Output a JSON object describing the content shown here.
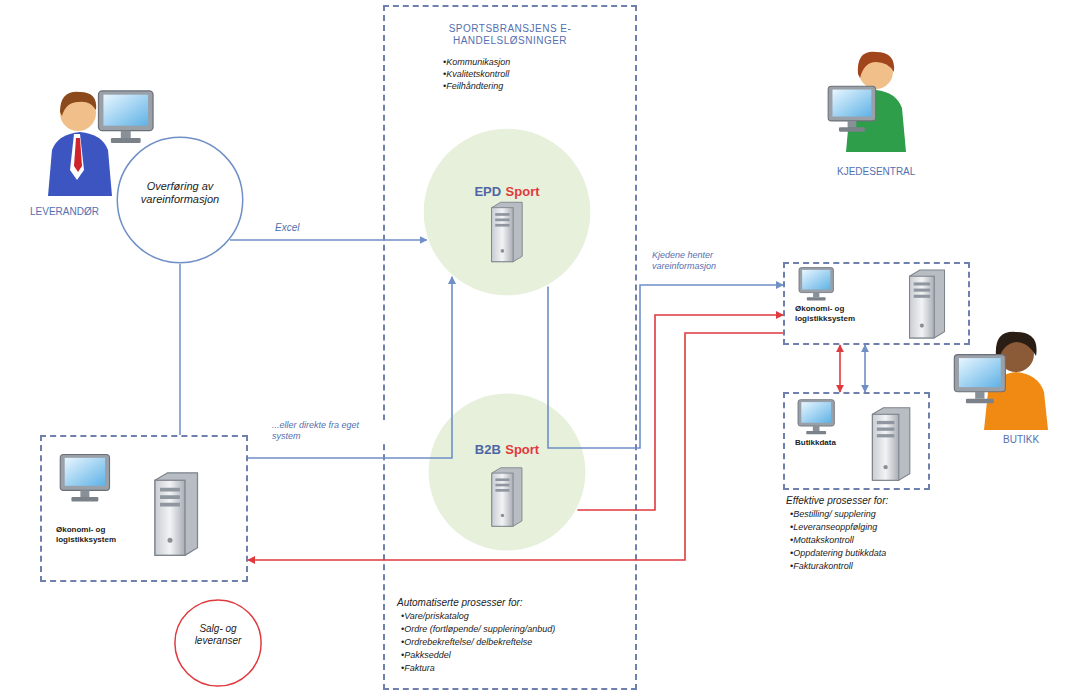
{
  "diagram": {
    "nodes": [
      {
        "text": [
          "SPORTSBRANSJENS E-HANDELSLØSNINGER",
          "•Kommunikasjon",
          "•Kvalitetskontroll",
          "•Feilhåndtering",
          "Automatiserte prosesser for:",
          "•Vare/priskatalog",
          "•Ordre (fortløpende/ supplering/anbud)",
          "•Ordrebekreftelse/ delbekreftelse",
          "•Pakkseddel",
          "•Faktura"
        ]
      },
      {
        "text": [
          "EPD",
          "Sport"
        ],
        "in": 0
      },
      {
        "text": [
          "B2B",
          "Sport"
        ],
        "in": 0
      },
      {
        "text": [
          "Overføring av vareinformasjon"
        ]
      },
      {
        "text": [
          "Økonomi- og logistikksystem"
        ]
      },
      {
        "text": [
          "Salg- og leveranser"
        ]
      },
      {
        "text": [
          "KJEDESENTRAL",
          "Økonomi- og logistikksystem"
        ]
      },
      {
        "text": [
          "Butikkdata"
        ]
      }
    ],
    "edges": [
      {
        "from": 3,
        "to": 1,
        "label": "Excel",
        "arrow": "to"
      },
      {
        "from": 4,
        "to": 1,
        "label": "...eller direkte fra eget system",
        "arrow": "to"
      },
      {
        "from": 1,
        "to": 6,
        "label": "Kjedene henter vareinformasjon",
        "arrow": "to"
      },
      {
        "from": 2,
        "to": 6,
        "arrow": "to"
      },
      {
        "from": 6,
        "to": 4,
        "arrow": "to"
      },
      {
        "from": 6,
        "to": 7,
        "arrow": "both"
      },
      {
        "from": 6,
        "to": 7,
        "arrow": "both"
      }
    ],
    "labels": [
      "LEVERANDØR",
      "BUTIKK",
      "Effektive prosesser for:",
      "•Bestilling/ supplering",
      "•Leveranseoppfølging",
      "•Mottakskontroll",
      "•Oppdatering butikkdata",
      "•Fakturakontroll"
    ]
  }
}
